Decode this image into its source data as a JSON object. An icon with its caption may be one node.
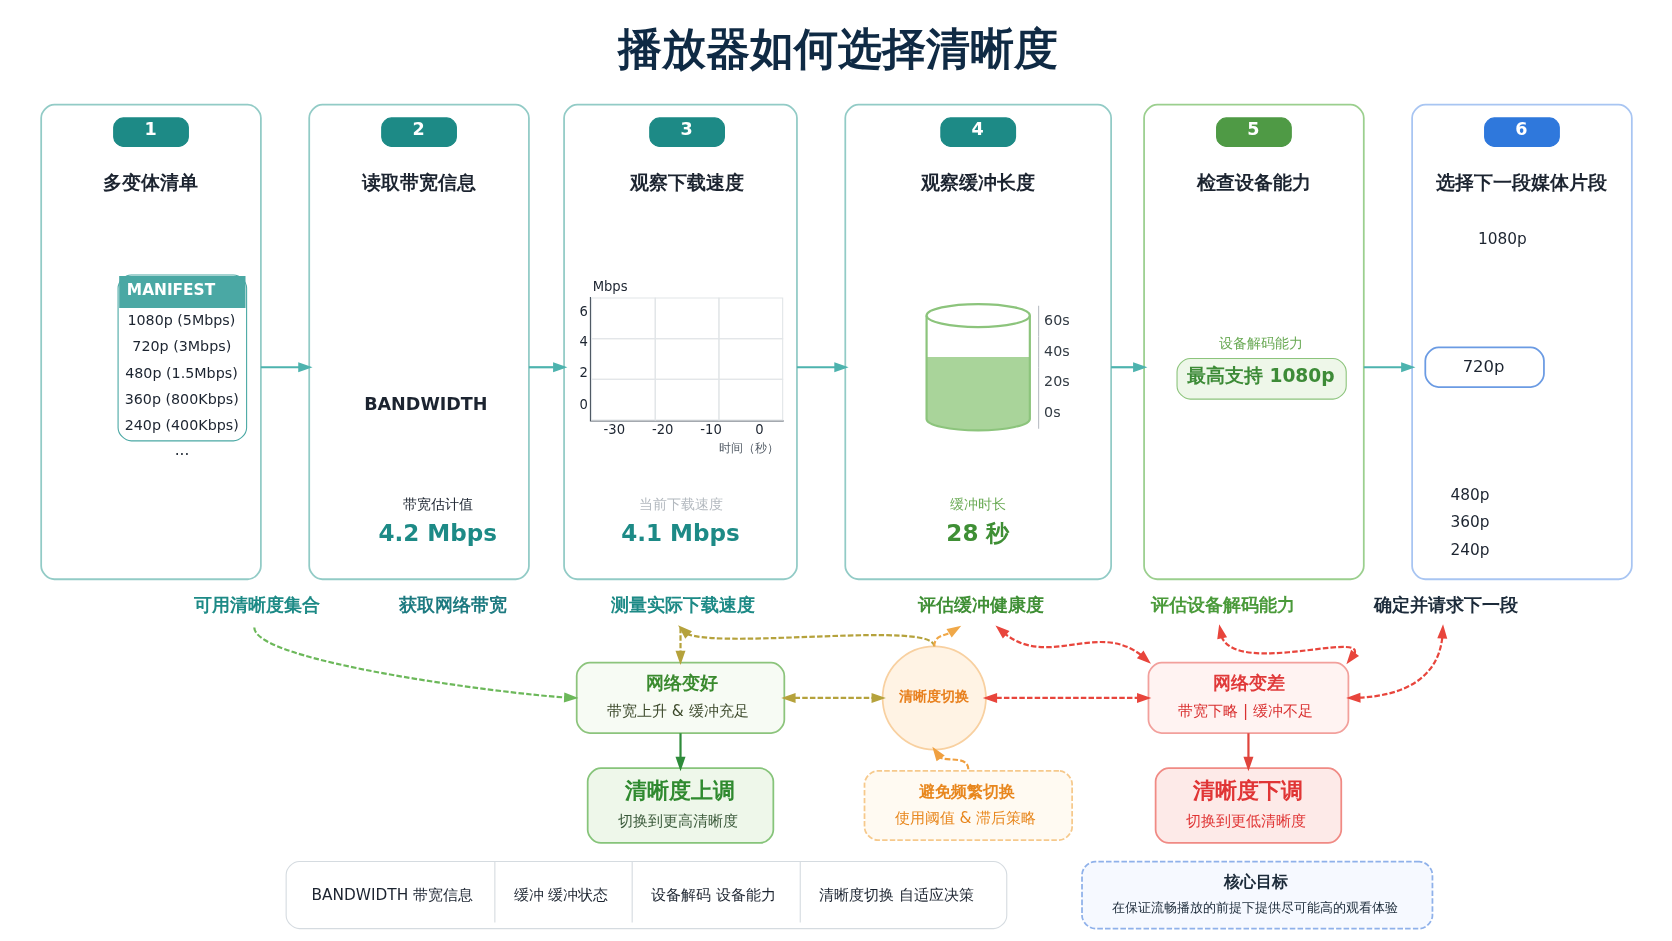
{
  "diagram": {
    "title": "播放器如何选择清晰度",
    "nodes": [
      {
        "text": [
          "多变体清单"
        ]
      },
      {
        "text": [
          "1"
        ],
        "in": 0
      },
      {
        "text": [
          "MANIFEST",
          "1080p (5Mbps)",
          "720p (3Mbps)",
          "480p (1.5Mbps)",
          "360p (800Kbps)",
          "240p (400Kbps)"
        ],
        "in": 0,
        "beside": [
          "..."
        ]
      },
      {
        "text": [
          "读取带宽信息",
          "BANDWIDTH",
          "带宽估计值",
          "4.2 Mbps"
        ],
        "beside": [
          "获取网络带宽"
        ]
      },
      {
        "text": [
          "2"
        ],
        "in": 3
      },
      {
        "text": [
          "观察下载速度",
          "当前下载速度",
          "4.1 Mbps"
        ]
      },
      {
        "text": [
          "3"
        ],
        "in": 5
      },
      {
        "text": [
          "Mbps",
          "6",
          "4",
          "2",
          "0",
          "-30",
          "-20",
          "-10",
          "0",
          "时间（秒）"
        ],
        "in": 5
      },
      {
        "text": [
          "观察缓冲长度",
          "缓冲时长",
          "28 秒"
        ]
      },
      {
        "text": [
          "4"
        ],
        "in": 8
      },
      {
        "text": [],
        "shape": "cylinder",
        "in": 8,
        "beside": [
          "60s",
          "40s",
          "20s",
          "0s"
        ]
      },
      {
        "text": [
          "检查设备能力"
        ]
      },
      {
        "text": [
          "5"
        ],
        "in": 11
      },
      {
        "text": [
          "最高支持 1080p"
        ],
        "in": 11,
        "beside": [
          "设备解码能力"
        ]
      },
      {
        "text": [
          "选择下一段媒体片段",
          "1080p",
          "480p",
          "360p",
          "240p"
        ]
      },
      {
        "text": [
          "6"
        ],
        "in": 14
      },
      {
        "text": [
          "720p"
        ],
        "in": 14
      },
      {
        "text": [
          "可用清晰度集合"
        ]
      },
      {
        "text": [
          "测量实际下载速度"
        ]
      },
      {
        "text": [
          "评估缓冲健康度"
        ]
      },
      {
        "text": [
          "评估设备解码能力"
        ]
      },
      {
        "text": [
          "确定并请求下一段"
        ]
      },
      {
        "text": [
          "网络变好",
          "带宽上升 & 缓冲充足"
        ]
      },
      {
        "text": [
          "清晰度切换"
        ]
      },
      {
        "text": [
          "网络变差",
          "带宽下略 | 缓冲不足"
        ]
      },
      {
        "text": [
          "清晰度上调",
          "切换到更高清晰度"
        ]
      },
      {
        "text": [
          "避免频繁切换",
          "使用阈值 & 滞后策略"
        ]
      },
      {
        "text": [
          "清晰度下调",
          "切换到更低清晰度"
        ]
      },
      {
        "text": [
          "核心目标",
          "在保证流畅播放的前提下提供尽可能高的观看体验"
        ]
      }
    ],
    "edges": [
      {
        "from": 0,
        "to": 3,
        "arrow": "to",
        "color": "#4db3ae"
      },
      {
        "from": 3,
        "to": 5,
        "arrow": "to",
        "color": "#4db3ae"
      },
      {
        "from": 5,
        "to": 8,
        "arrow": "to",
        "color": "#4db3ae"
      },
      {
        "from": 8,
        "to": 11,
        "arrow": "to",
        "color": "#4db3ae"
      },
      {
        "from": 11,
        "to": 14,
        "arrow": "to",
        "color": "#4db3ae"
      },
      {
        "from": 17,
        "to": 22,
        "arrow": "to",
        "style": "dashed",
        "color": "#6cb85a"
      },
      {
        "from": 23,
        "to": 18,
        "arrow": "to",
        "style": "dashed",
        "color": "#b5a23c"
      },
      {
        "from": 18,
        "to": 22,
        "arrow": "to",
        "style": "dashed",
        "color": "#b5a23c"
      },
      {
        "from": 23,
        "to": 19,
        "arrow": "to",
        "style": "dashed",
        "color": "#f0a848"
      },
      {
        "from": 24,
        "to": 19,
        "arrow": "both",
        "style": "dashed",
        "color": "#e8453c"
      },
      {
        "from": 24,
        "to": 20,
        "arrow": "both",
        "style": "dashed",
        "color": "#e8453c"
      },
      {
        "from": 22,
        "to": 23,
        "arrow": "both",
        "style": "dashed",
        "color": "#b5a23c"
      },
      {
        "from": 23,
        "to": 24,
        "arrow": "both",
        "style": "dashed",
        "color": "#e8453c"
      },
      {
        "from": 21,
        "to": 24,
        "arrow": "both",
        "style": "dashed",
        "color": "#e8453c"
      },
      {
        "from": 22,
        "to": 25,
        "arrow": "to",
        "color": "#2e8b3a"
      },
      {
        "from": 24,
        "to": 27,
        "arrow": "to",
        "color": "#e0443c"
      },
      {
        "from": 26,
        "to": 23,
        "arrow": "to",
        "style": "dashed",
        "color": "#f0a040"
      }
    ],
    "legend": [
      {
        "text": "BANDWIDTH 带宽信息"
      },
      {
        "text": "缓冲 缓冲状态"
      },
      {
        "text": "设备解码 设备能力"
      },
      {
        "text": "清晰度切换 自适应决策"
      }
    ]
  }
}
